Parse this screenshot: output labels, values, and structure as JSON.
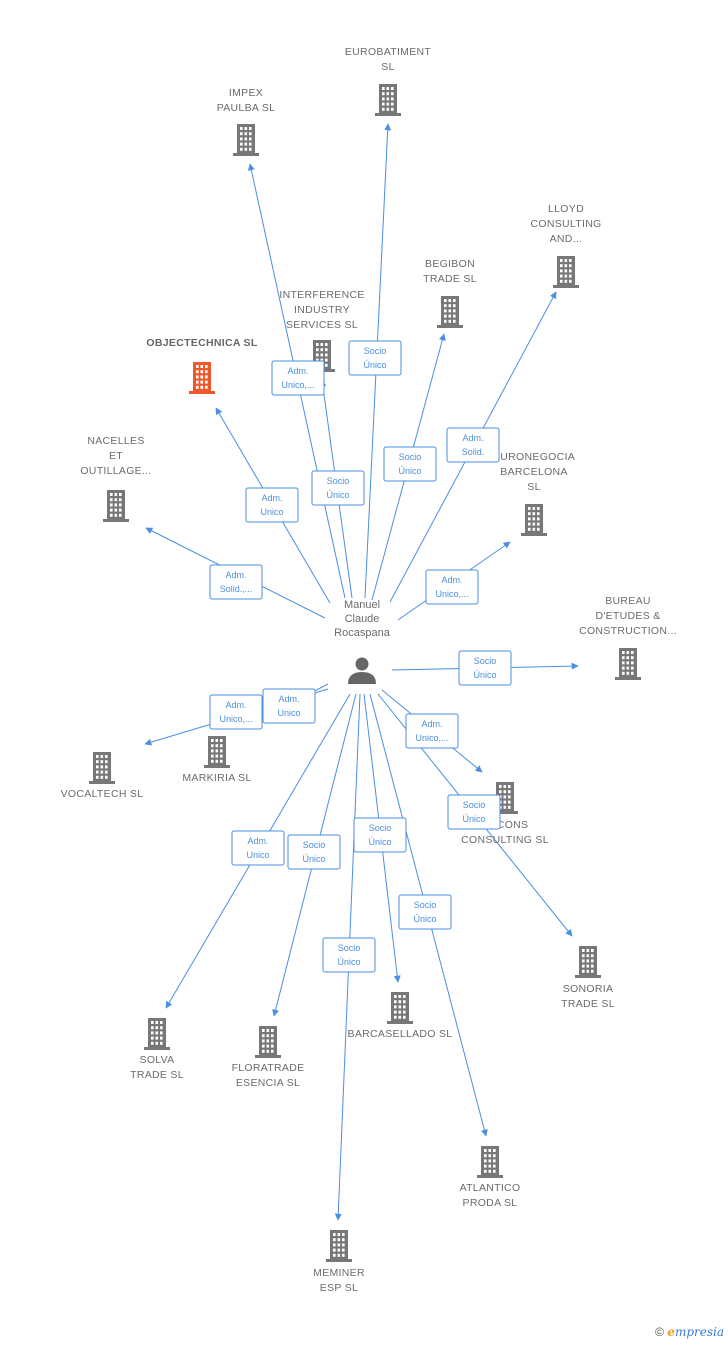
{
  "center": {
    "label_lines": [
      "Manuel",
      "Claude",
      "Rocaspana"
    ]
  },
  "colors": {
    "edge": "#4a8fe0",
    "building": "#777777",
    "building_highlight": "#f0582a"
  },
  "nodes": [
    {
      "id": "eurobatiment",
      "label_lines": [
        "EUROBATIMENT",
        "SL"
      ]
    },
    {
      "id": "impex",
      "label_lines": [
        "IMPEX",
        "PAULBA SL"
      ]
    },
    {
      "id": "lloyd",
      "label_lines": [
        "LLOYD",
        "CONSULTING",
        "AND..."
      ]
    },
    {
      "id": "begibon",
      "label_lines": [
        "BEGIBON",
        "TRADE SL"
      ]
    },
    {
      "id": "interference",
      "label_lines": [
        "INTERFERENCE",
        "INDUSTRY",
        "SERVICES SL"
      ]
    },
    {
      "id": "objectechnica",
      "label_lines": [
        "OBJECTECHNICA SL"
      ],
      "highlight": true
    },
    {
      "id": "nacelles",
      "label_lines": [
        "NACELLES",
        "ET",
        "OUTILLAGE..."
      ]
    },
    {
      "id": "euronegocia",
      "label_lines": [
        "EURONEGOCIA",
        "BARCELONA",
        "SL"
      ]
    },
    {
      "id": "bureau",
      "label_lines": [
        "BUREAU",
        "D'ETUDES &",
        "CONSTRUCTION..."
      ]
    },
    {
      "id": "markiria",
      "label_lines": [
        "MARKIRIA SL"
      ]
    },
    {
      "id": "vocaltech",
      "label_lines": [
        "VOCALTECH SL"
      ]
    },
    {
      "id": "decons",
      "label_lines": [
        "DECONS",
        "CONSULTING SL"
      ]
    },
    {
      "id": "sonoria",
      "label_lines": [
        "SONORIA",
        "TRADE SL"
      ]
    },
    {
      "id": "solva",
      "label_lines": [
        "SOLVA",
        "TRADE SL"
      ]
    },
    {
      "id": "floratrade",
      "label_lines": [
        "FLORATRADE",
        "ESENCIA SL"
      ]
    },
    {
      "id": "barcasellado",
      "label_lines": [
        "BARCASELLADO SL"
      ]
    },
    {
      "id": "atlantico",
      "label_lines": [
        "ATLANTICO",
        "PRODA SL"
      ]
    },
    {
      "id": "meminer",
      "label_lines": [
        "MEMINER",
        "ESP SL"
      ]
    }
  ],
  "edges": [
    {
      "to": "eurobatiment",
      "label_lines": [
        "Socio",
        "Único"
      ]
    },
    {
      "to": "impex",
      "label_lines": [
        "Adm.",
        "Unico,..."
      ]
    },
    {
      "to": "interference",
      "label_lines": [
        "Socio",
        "Único"
      ]
    },
    {
      "to": "begibon",
      "label_lines": [
        "Socio",
        "Único"
      ]
    },
    {
      "to": "lloyd",
      "label_lines": [
        "Adm.",
        "Solid."
      ]
    },
    {
      "to": "objectechnica",
      "label_lines": [
        "Adm.",
        "Unico"
      ]
    },
    {
      "to": "nacelles",
      "label_lines": [
        "Adm.",
        "Solid.,..."
      ]
    },
    {
      "to": "euronegocia",
      "label_lines": [
        "Adm.",
        "Unico,..."
      ]
    },
    {
      "to": "bureau",
      "label_lines": [
        "Socio",
        "Único"
      ]
    },
    {
      "to": "markiria",
      "label_lines": [
        "Adm.",
        "Unico"
      ]
    },
    {
      "to": "vocaltech",
      "label_lines": [
        "Adm.",
        "Unico,..."
      ]
    },
    {
      "to": "decons",
      "label_lines": [
        "Adm.",
        "Unico,..."
      ]
    },
    {
      "to": "sonoria",
      "label_lines": [
        "Socio",
        "Único"
      ]
    },
    {
      "to": "solva",
      "label_lines": [
        "Adm.",
        "Unico"
      ]
    },
    {
      "to": "floratrade",
      "label_lines": [
        "Socio",
        "Único"
      ]
    },
    {
      "to": "barcasellado",
      "label_lines": [
        "Socio",
        "Único"
      ]
    },
    {
      "to": "atlantico",
      "label_lines": [
        "Socio",
        "Único"
      ]
    },
    {
      "to": "meminer",
      "label_lines": [
        "Socio",
        "Único"
      ]
    }
  ],
  "footer": {
    "copyright": "©",
    "brand_initial": "e",
    "brand_rest": "mpresia"
  }
}
